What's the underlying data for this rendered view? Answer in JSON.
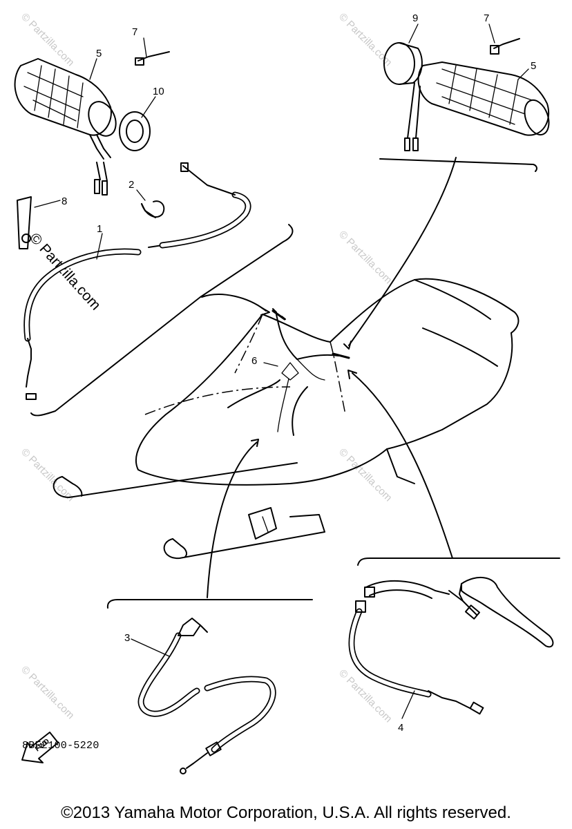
{
  "callouts": {
    "c1": "1",
    "c2": "2",
    "c3": "3",
    "c4": "4",
    "c5a": "5",
    "c5b": "5",
    "c6": "6",
    "c7a": "7",
    "c7b": "7",
    "c8": "8",
    "c9": "9",
    "c10": "10"
  },
  "fwd_label": "FWD",
  "diagram_code": "8BE2100-5220",
  "copyright": "©2013 Yamaha Motor Corporation, U.S.A. All rights reserved.",
  "watermark": "© Partzilla.com",
  "watermark_dark": "© Partzilla.com",
  "colors": {
    "ink": "#000000",
    "watermark": "#c8c8c8",
    "background": "#ffffff"
  }
}
